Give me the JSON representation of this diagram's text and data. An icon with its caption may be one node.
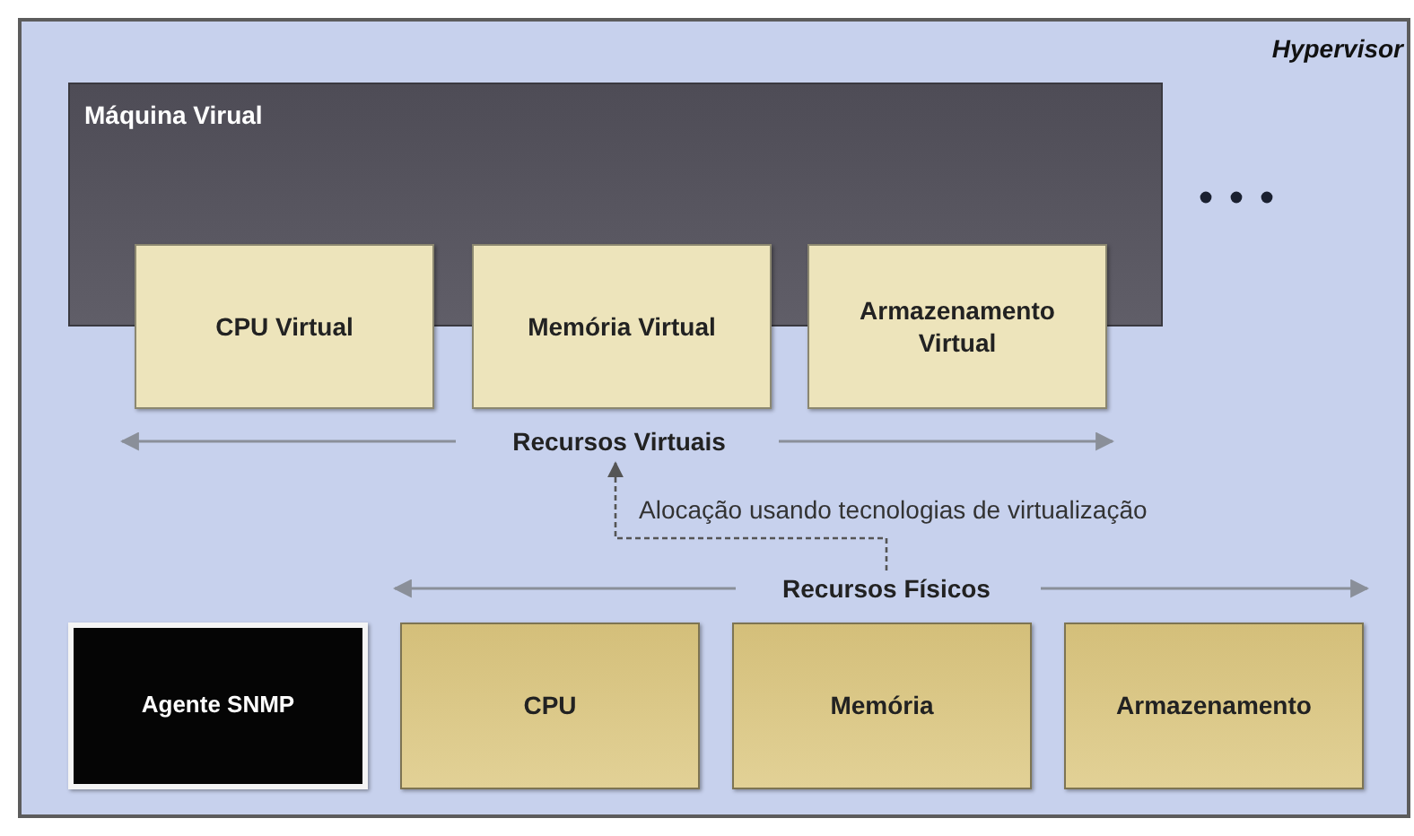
{
  "diagram": {
    "nodes": [
      {
        "text": [
          "Hypervisor"
        ]
      },
      {
        "text": [
          "Máquina Virual"
        ],
        "in": 0
      },
      {
        "text": [
          "CPU Virtual"
        ],
        "in": 0
      },
      {
        "text": [
          "Memória Virtual"
        ],
        "in": 0
      },
      {
        "text": [
          "Armazenamento Virtual"
        ],
        "in": 0
      },
      {
        "text": [
          "Recursos Virtuais"
        ],
        "in": 0
      },
      {
        "text": [
          "Recursos Físicos"
        ],
        "in": 0
      },
      {
        "text": [
          "Agente SNMP"
        ],
        "in": 0
      },
      {
        "text": [
          "CPU"
        ],
        "in": 0
      },
      {
        "text": [
          "Memória"
        ],
        "in": 0
      },
      {
        "text": [
          "Armazenamento"
        ],
        "in": 0
      }
    ],
    "edges": [
      {
        "from": 6,
        "to": 5,
        "arrow": "to",
        "style": "dashed",
        "label": "Alocação usando tecnologias de virtualização"
      }
    ]
  }
}
